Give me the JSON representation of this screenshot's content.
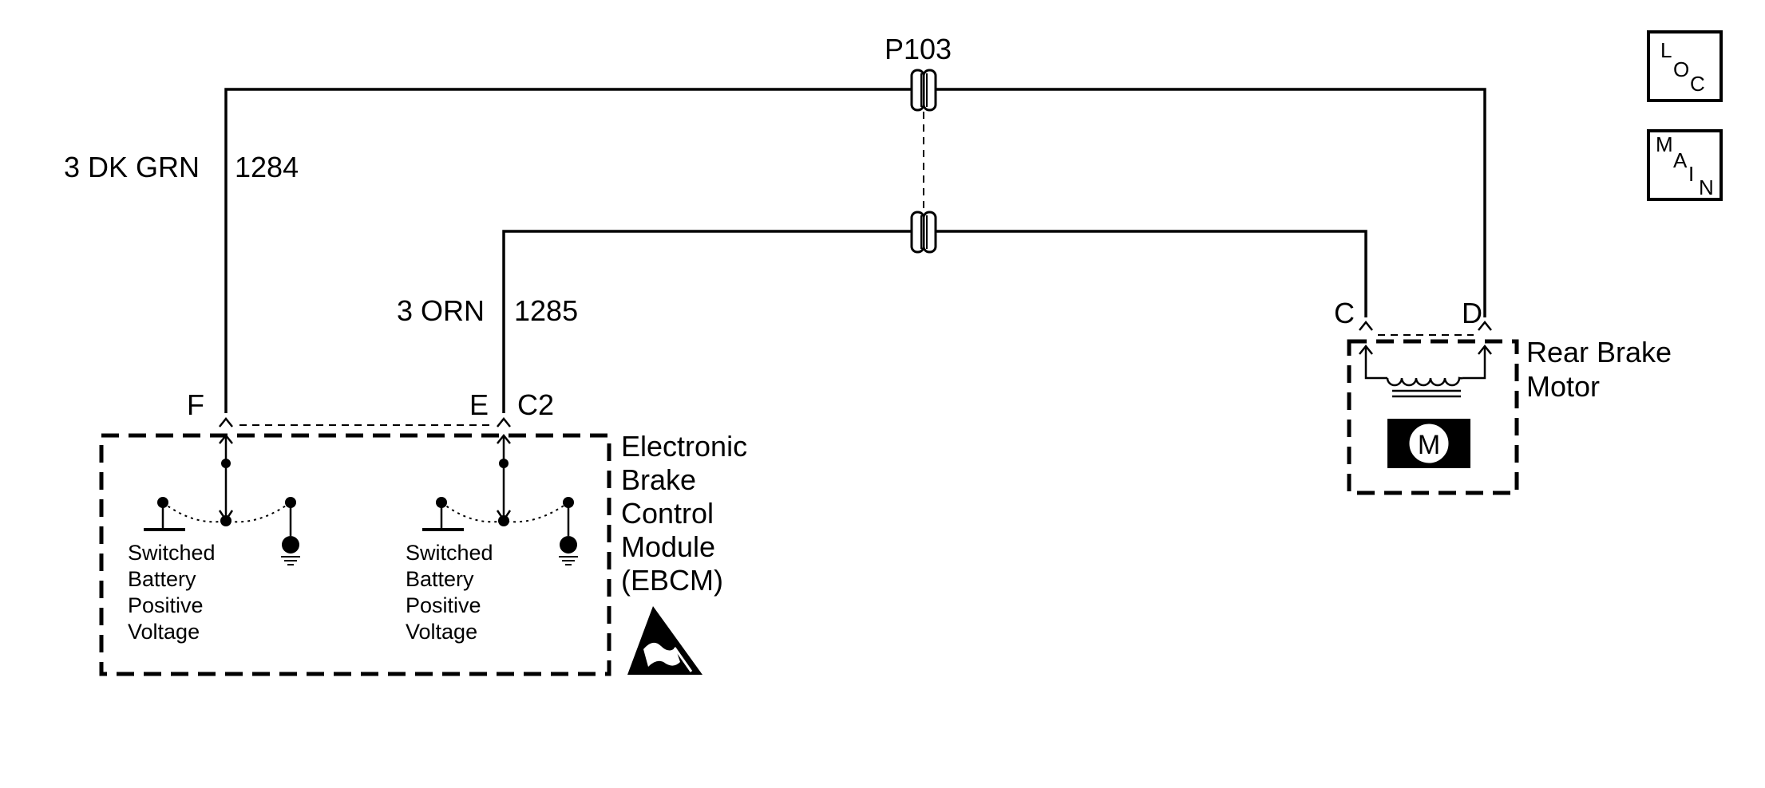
{
  "connector": {
    "label": "P103"
  },
  "wires": [
    {
      "color": "3 DK GRN",
      "circuit": "1284"
    },
    {
      "color": "3 ORN",
      "circuit": "1285"
    }
  ],
  "ebcm": {
    "pins": {
      "f": "F",
      "e": "E",
      "connector": "C2"
    },
    "name_lines": [
      "Electronic",
      "Brake",
      "Control",
      "Module",
      "(EBCM)"
    ],
    "switch_label_lines": [
      "Switched",
      "Battery",
      "Positive",
      "Voltage"
    ]
  },
  "motor": {
    "pins": {
      "c": "C",
      "d": "D"
    },
    "name_lines": [
      "Rear Brake",
      "Motor"
    ],
    "symbol": "M"
  },
  "nav": {
    "loc": {
      "l": "L",
      "o": "O",
      "c": "C"
    },
    "main": {
      "m": "M",
      "a": "A",
      "i": "I",
      "n": "N"
    }
  },
  "icons": {
    "esd": "esd-warning-icon",
    "motor": "motor-icon",
    "ground": "ground-icon"
  }
}
